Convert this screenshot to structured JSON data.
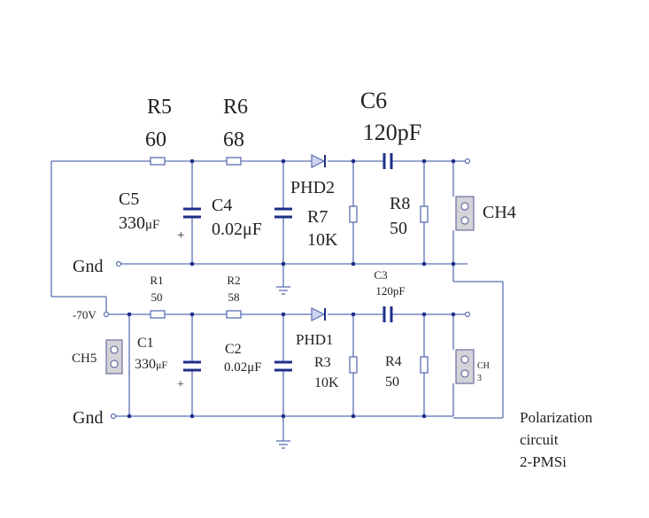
{
  "top": {
    "r5": {
      "name": "R5",
      "value": "60"
    },
    "r6": {
      "name": "R6",
      "value": "68"
    },
    "c6": {
      "name": "C6",
      "value": "120pF"
    },
    "c5": {
      "name": "C5",
      "value": "330",
      "unit": "μF",
      "polarity": "+"
    },
    "c4": {
      "name": "C4",
      "value": "0.02",
      "unit": "μF"
    },
    "phd2": {
      "name": "PHD2"
    },
    "r7": {
      "name": "R7",
      "value": "10K"
    },
    "r8": {
      "name": "R8",
      "value": "50"
    },
    "ch4": {
      "name": "CH4"
    },
    "gnd": "Gnd"
  },
  "bottom": {
    "r1": {
      "name": "R1",
      "value": "50"
    },
    "r2": {
      "name": "R2",
      "value": "58"
    },
    "c3": {
      "name": "C3",
      "value": "120pF"
    },
    "supply": "-70V",
    "ch5": {
      "name": "CH5"
    },
    "c1": {
      "name": "C1",
      "value": "330",
      "unit": "μF",
      "polarity": "+"
    },
    "c2": {
      "name": "C2",
      "value": "0.02",
      "unit": "μF"
    },
    "phd1": {
      "name": "PHD1"
    },
    "r3": {
      "name": "R3",
      "value": "10K"
    },
    "r4": {
      "name": "R4",
      "value": "50"
    },
    "ch3": {
      "line1": "CH",
      "line2": "3"
    },
    "gnd": "Gnd"
  },
  "caption": [
    "Polarization",
    "circuit",
    "2-PMSi"
  ],
  "colors": {
    "wire": "#5b6fb4",
    "node": "#1e2f88",
    "text": "#222222"
  }
}
